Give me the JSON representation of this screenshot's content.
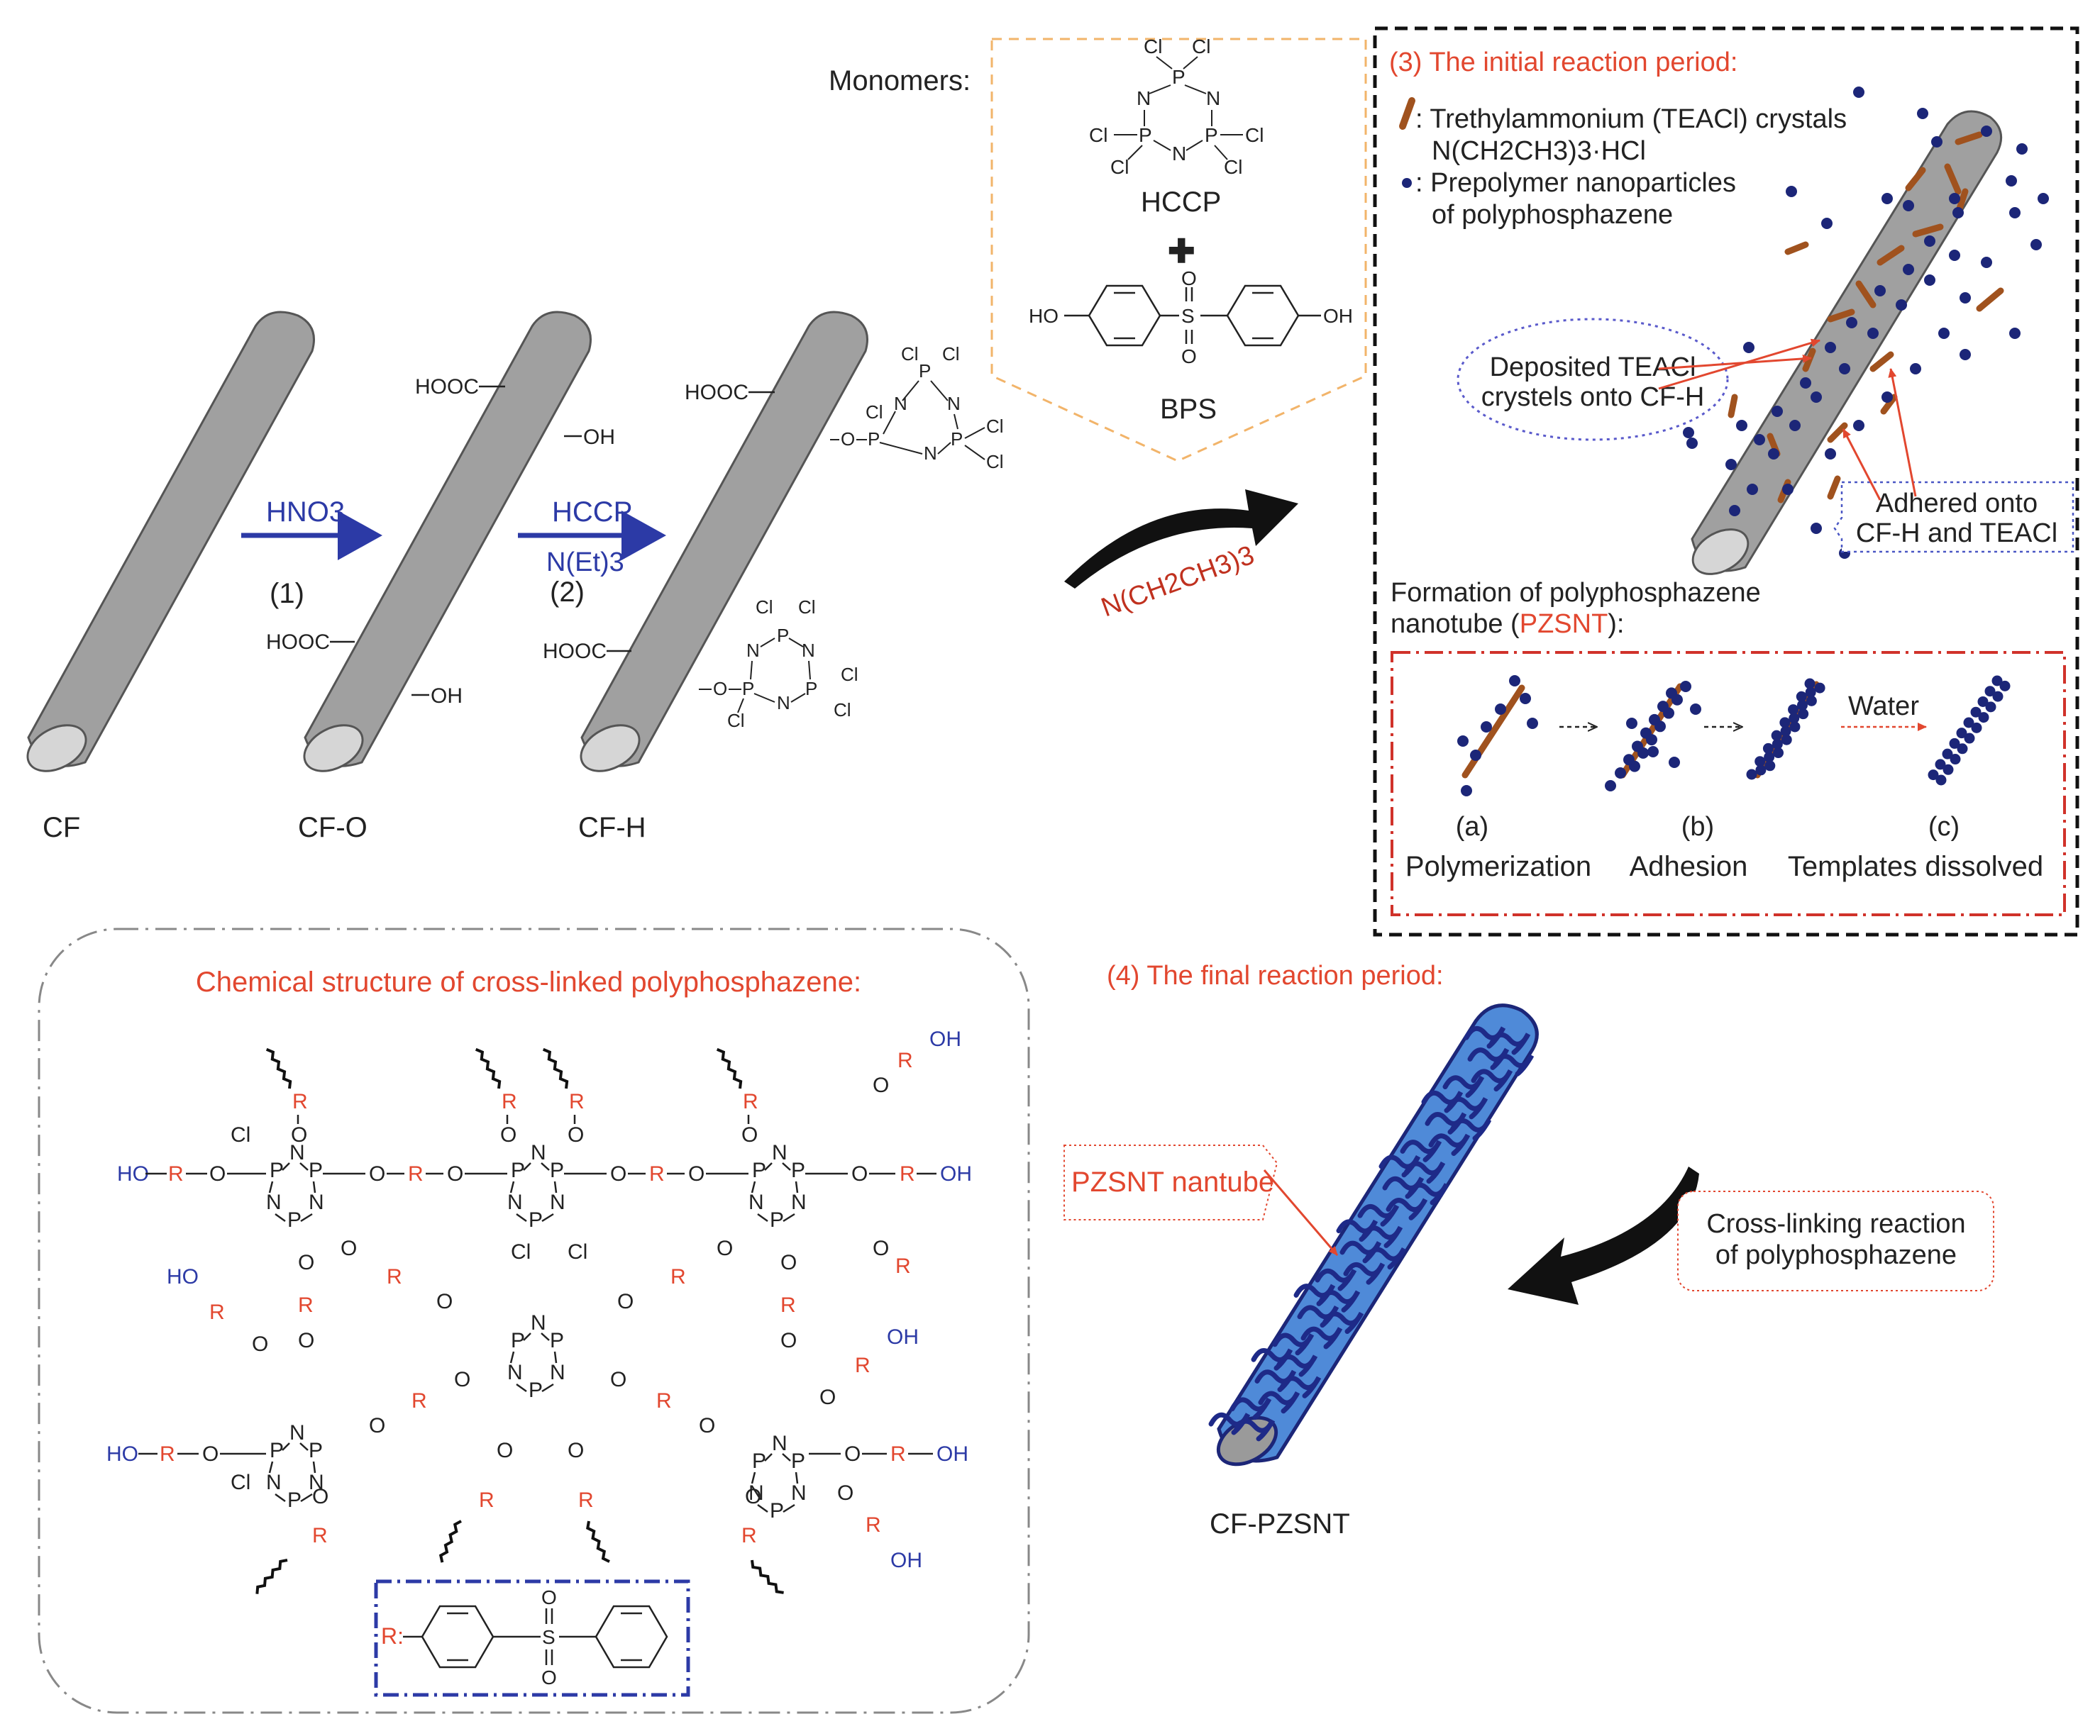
{
  "colors": {
    "red": "#e2472f",
    "blue": "#2c3aa6",
    "navy": "#1c2678",
    "brown": "#a0521e",
    "fiber_gray": "#9a9a9a",
    "fiber_end": "#cfcfcf",
    "orange_dash": "#f2b46a",
    "pzsnt_blue": "#4f8ad8"
  },
  "step1": {
    "fibers": [
      "CF",
      "CF-O",
      "CF-H"
    ],
    "arrow1_reagent": "HNO3",
    "arrow1_number": "(1)",
    "arrow2_reagent": "HCCP",
    "arrow2_cond": "N(Et)3",
    "arrow2_number": "(2)",
    "cfo_groups": [
      "HOOC",
      "OH",
      "HOOC",
      "OH"
    ],
    "cfh_groups": [
      "HOOC",
      "HOOC"
    ]
  },
  "monomers": {
    "label": "Monomers:",
    "hccp": "HCCP",
    "plus": "✚",
    "bps": "BPS",
    "ho": "HO",
    "oh": "OH"
  },
  "triethylamine": "N(CH2CH3)3",
  "initial": {
    "title": "(3) The initial reaction period:",
    "legend1_line1": ": Trethylammonium (TEACl) crystals",
    "legend1_line2": "N(CH2CH3)3·HCl",
    "legend2_line1": ": Prepolymer nanoparticles",
    "legend2_line2": "of polyphosphazene",
    "deposit_line1": "Deposited TEACl",
    "deposit_line2": "crystels onto CF-H",
    "adhered_line1": "Adhered onto",
    "adhered_line2": "CF-H and TEACl",
    "formation_line1": "Formation of polyphosphazene",
    "formation_line2_pre": "nanotube (",
    "formation_line2_red": "PZSNT",
    "formation_line2_post": "):",
    "water": "Water",
    "steps": [
      {
        "letter": "(a)",
        "name": "Polymerization"
      },
      {
        "letter": "(b)",
        "name": "Adhesion"
      },
      {
        "letter": "(c)",
        "name": "Templates dissolved"
      }
    ]
  },
  "structure": {
    "title": "Chemical structure of cross-linked polyphosphazene:",
    "r_label": "R:"
  },
  "final": {
    "title": "(4) The final reaction period:",
    "nanotube_label": "PZSNT nantube",
    "crosslink_line1": "Cross-linking reaction",
    "crosslink_line2": "of polyphosphazene",
    "product": "CF-PZSNT"
  }
}
